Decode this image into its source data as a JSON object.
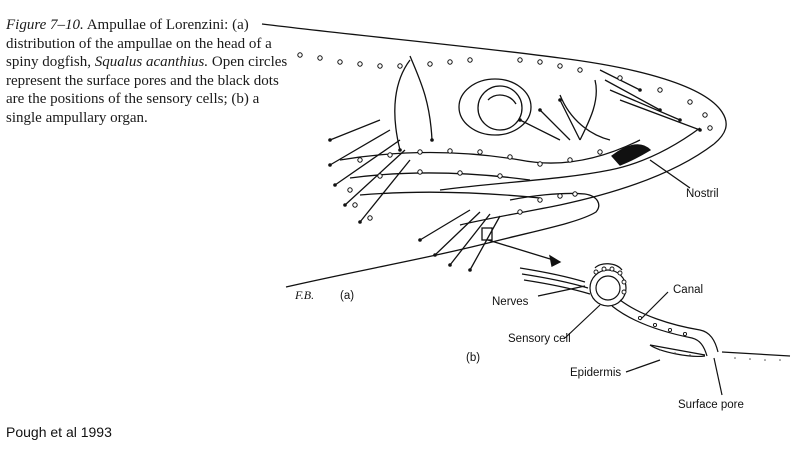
{
  "caption": {
    "figure_number": "Figure 7–10.",
    "text_1": " Ampullae of Lorenzini: (a) distribution of the ampullae on the head of a spiny dogfish, ",
    "species": "Squalus acanthius.",
    "text_2": " Open circles represent the surface pores and the black dots are the positions of the sensory cells; (b) a single ampullary organ."
  },
  "labels": {
    "nostril": "Nostril",
    "panel_a": "(a)",
    "panel_b": "(b)",
    "artist": "F.B.",
    "nerves": "Nerves",
    "canal": "Canal",
    "sensory_cell": "Sensory cell",
    "epidermis": "Epidermis",
    "surface_pore": "Surface pore"
  },
  "credit": "Pough et al 1993"
}
